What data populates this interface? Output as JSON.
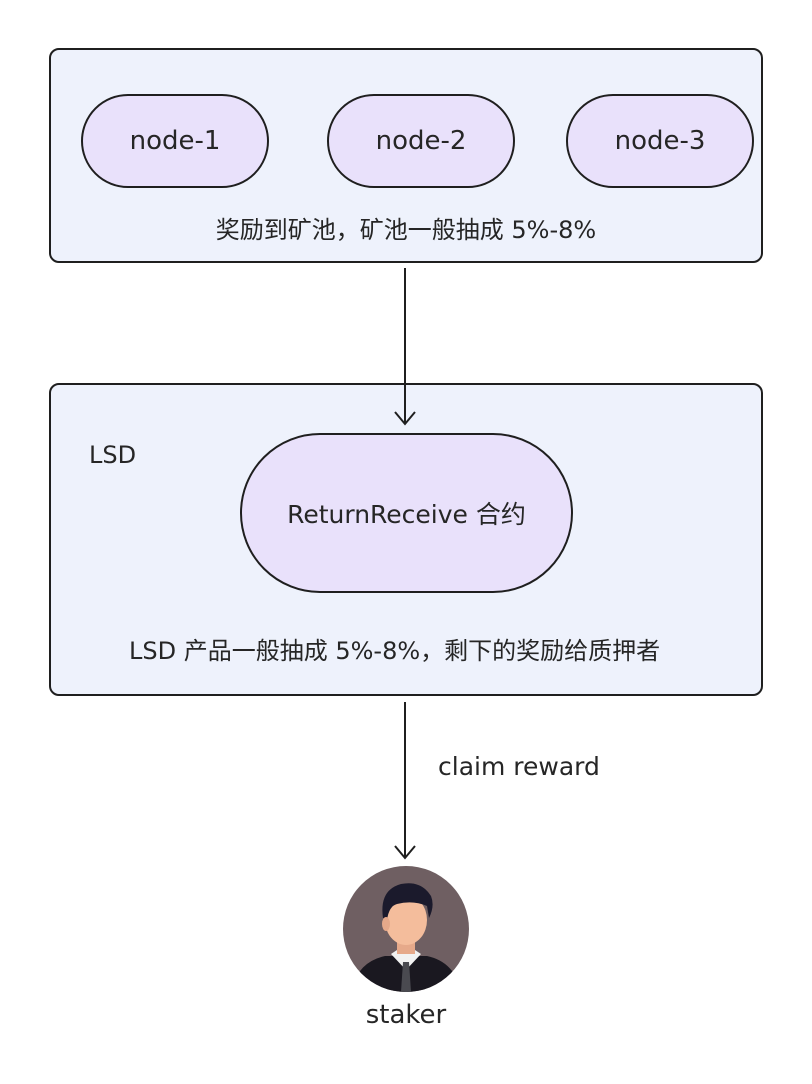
{
  "pool_group": {
    "nodes": [
      "node-1",
      "node-2",
      "node-3"
    ],
    "caption": "奖励到矿池，矿池一般抽成 5%-8%"
  },
  "lsd_group": {
    "label": "LSD",
    "contract": "ReturnReceive 合约",
    "caption": "LSD 产品一般抽成 5%-8%，剩下的奖励给质押者"
  },
  "edges": {
    "claim_label": "claim reward"
  },
  "staker": {
    "label": "staker"
  },
  "colors": {
    "group_fill": "#eef2fc",
    "node_fill": "#e9e1fb",
    "stroke": "#1f1f1f"
  }
}
